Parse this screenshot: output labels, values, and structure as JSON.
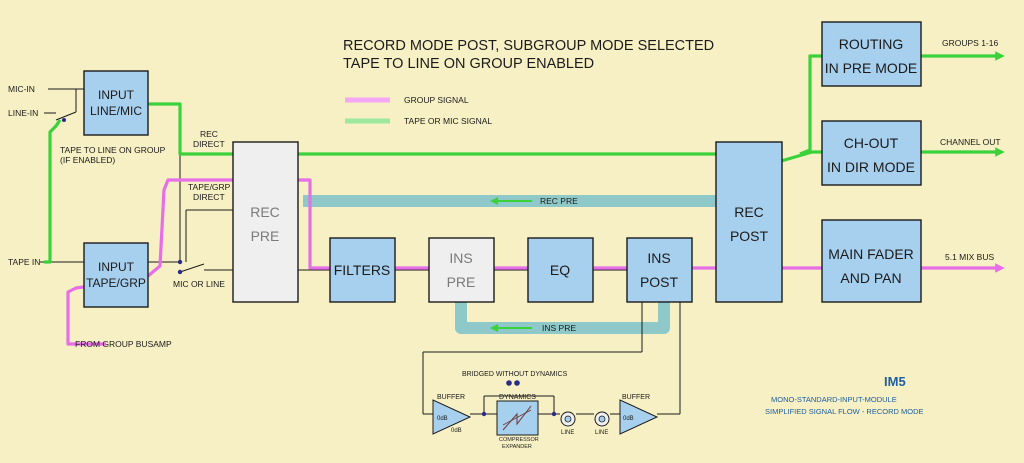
{
  "title": {
    "line1": "RECORD MODE POST, SUBGROUP MODE SELECTED",
    "line2": "TAPE TO LINE ON GROUP ENABLED"
  },
  "legend": {
    "group": "GROUP SIGNAL",
    "tape": "TAPE OR MIC SIGNAL",
    "group_color": "#e66ee6",
    "tape_color": "#3bd13b"
  },
  "inputs": {
    "mic_in": "MIC-IN",
    "line_in": "LINE-IN",
    "tape_in": "TAPE IN",
    "tape_to_line_1": "TAPE TO LINE ON GROUP",
    "tape_to_line_2": "(IF ENABLED)",
    "from_group": "FROM GROUP BUSAMP"
  },
  "blocks": {
    "input_line_mic": [
      "INPUT",
      "LINE/MIC"
    ],
    "input_tape_grp": [
      "INPUT",
      "TAPE/GRP"
    ],
    "rec_pre": [
      "REC",
      "PRE"
    ],
    "filters": [
      "FILTERS"
    ],
    "ins_pre": [
      "INS",
      "PRE"
    ],
    "eq": [
      "EQ"
    ],
    "ins_post": [
      "INS",
      "POST"
    ],
    "rec_post": [
      "REC",
      "POST"
    ],
    "routing": [
      "ROUTING",
      "IN PRE MODE"
    ],
    "ch_out": [
      "CH-OUT",
      "IN DIR MODE"
    ],
    "main_fader": [
      "MAIN FADER",
      "AND PAN"
    ]
  },
  "labels": {
    "rec_direct_1": "REC",
    "rec_direct_2": "DIRECT",
    "tape_grp_direct_1": "TAPE/GRP",
    "tape_grp_direct_2": "DIRECT",
    "mic_or_line": "MIC OR LINE",
    "rec_pre_loop": "REC PRE",
    "ins_pre_loop": "INS PRE",
    "bridged": "BRIDGED WITHOUT DYNAMICS",
    "buffer_in": "BUFFER",
    "buffer_out": "BUFFER",
    "odb_1": "0dB",
    "odb_2": "0dB",
    "odb_3": "0dB",
    "dynamics": "DYNAMICS",
    "compressor": "COMPRESSOR",
    "expander": "EXPANDER",
    "line_1": "LINE",
    "line_2": "LINE"
  },
  "outputs": {
    "groups": "GROUPS 1-16",
    "channel_out": "CHANNEL OUT",
    "mix_bus": "5.1 MIX BUS"
  },
  "module": {
    "name": "IM5",
    "type": "MONO-STANDARD-INPUT-MODULE",
    "caption": "SIMPLIFIED SIGNAL FLOW - RECORD MODE"
  }
}
